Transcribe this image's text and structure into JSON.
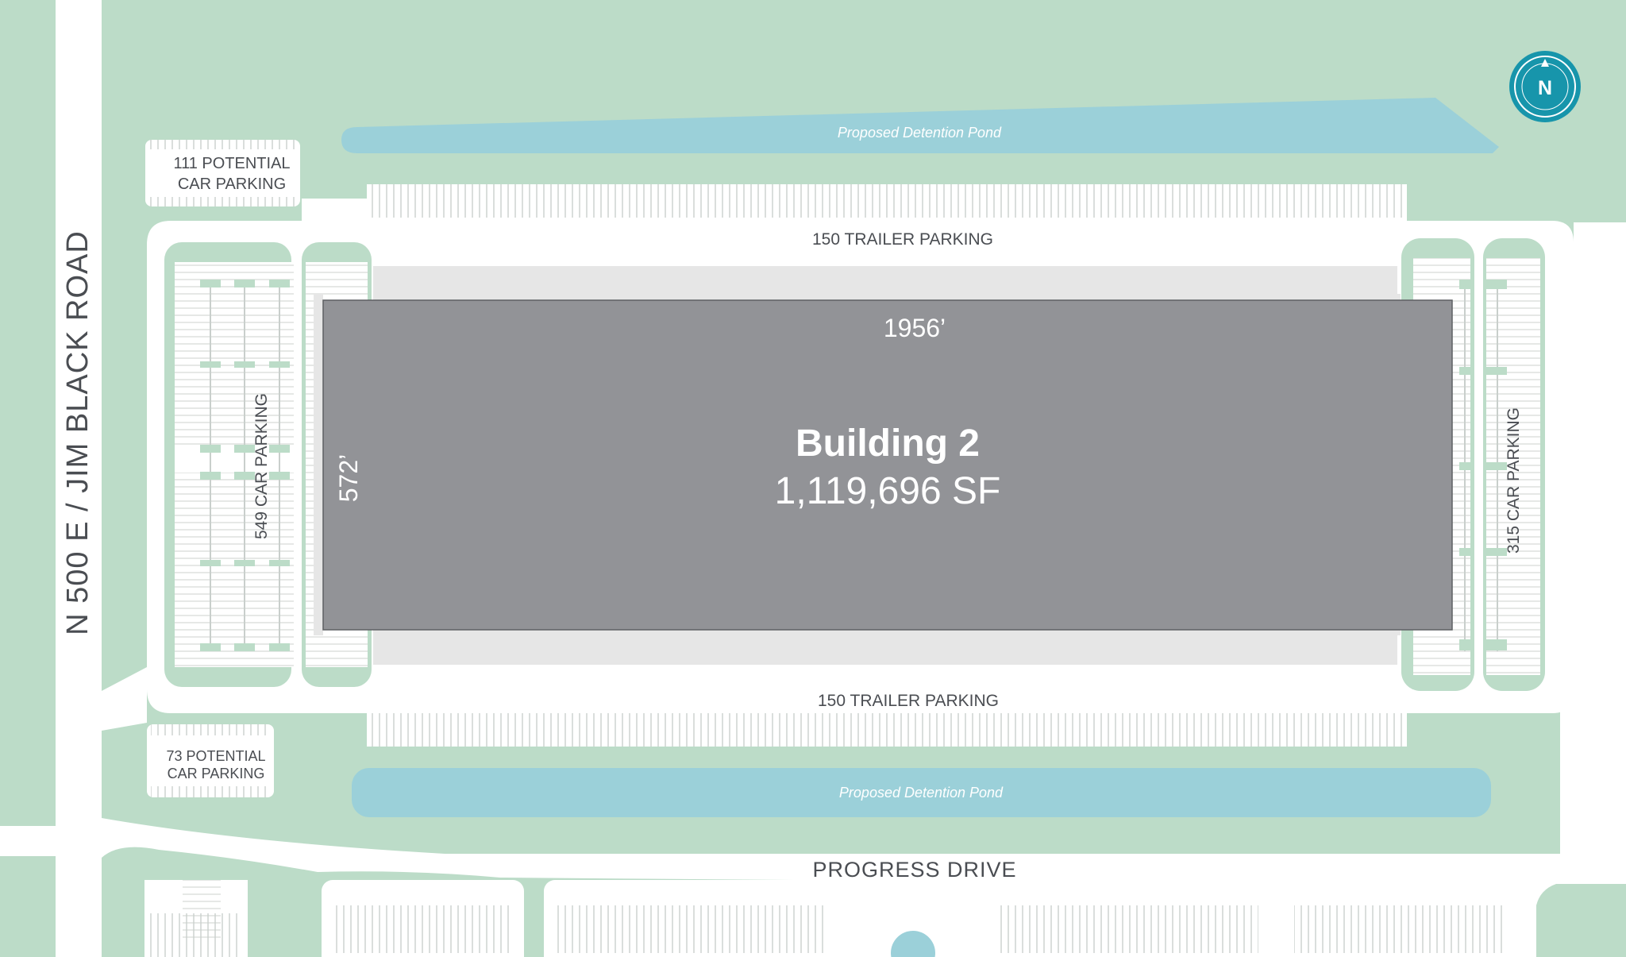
{
  "map": {
    "road_west": "N 500 E / JIM BLACK ROAD",
    "road_south": "PROGRESS DRIVE",
    "compass": "N",
    "building": {
      "name": "Building 2",
      "area": "1,119,696 SF",
      "length": "1956’",
      "depth": "572’"
    },
    "trailer_parking_north": "150 TRAILER PARKING",
    "trailer_parking_south": "150 TRAILER PARKING",
    "car_parking_west": "549 CAR PARKING",
    "car_parking_east": "315 CAR PARKING",
    "potential_parking_nw": [
      "111 POTENTIAL",
      "CAR PARKING"
    ],
    "potential_parking_sw": [
      "73 POTENTIAL",
      "CAR PARKING"
    ],
    "pond_north": "Proposed Detention Pond",
    "pond_south": "Proposed Detention Pond",
    "colors": {
      "landscape": "#bcdcc8",
      "pavement": "#ffffff",
      "pond": "#9bd0d9",
      "building": "#929397",
      "apron": "#e6e6e6",
      "compass": "#1795ab",
      "text": "#4a4d52"
    }
  }
}
